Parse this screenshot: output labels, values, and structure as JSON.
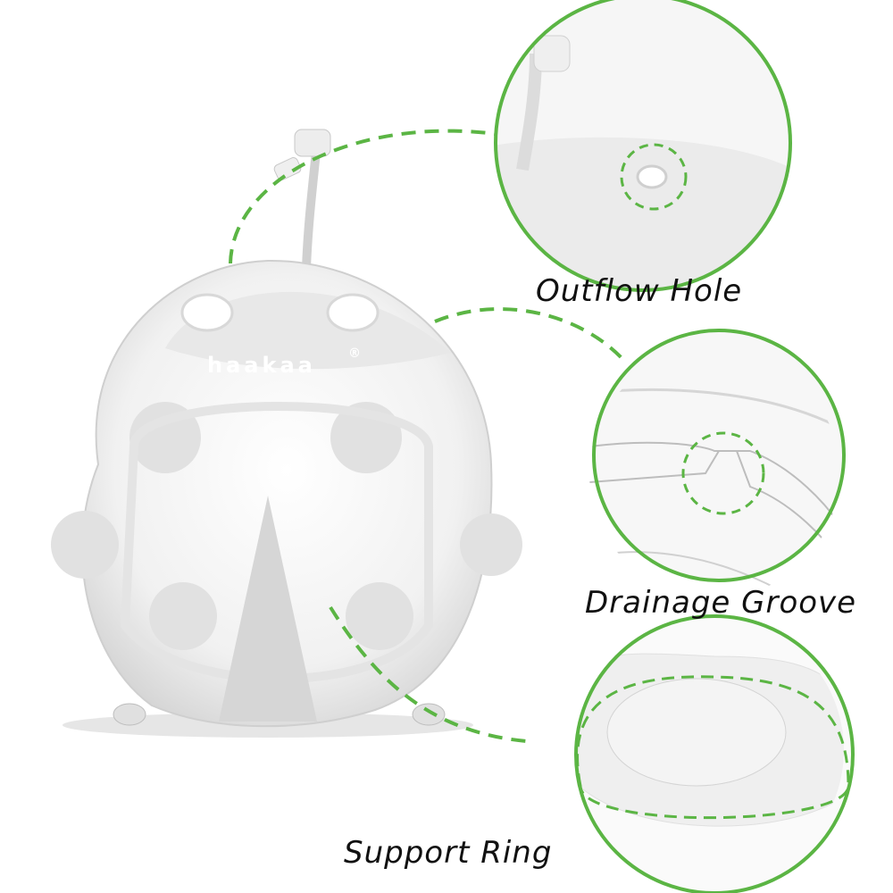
{
  "product": {
    "brand_mark": "haakaa",
    "registered_symbol": "®"
  },
  "callouts": [
    {
      "id": "outflow-hole",
      "label": "Outflow Hole"
    },
    {
      "id": "drainage-groove",
      "label": "Drainage Groove"
    },
    {
      "id": "support-ring",
      "label": "Support Ring"
    }
  ],
  "colors": {
    "accent_green": "#5bb544",
    "product_gray": "#d9d9d9",
    "background": "#ffffff",
    "label_text": "#111111"
  }
}
